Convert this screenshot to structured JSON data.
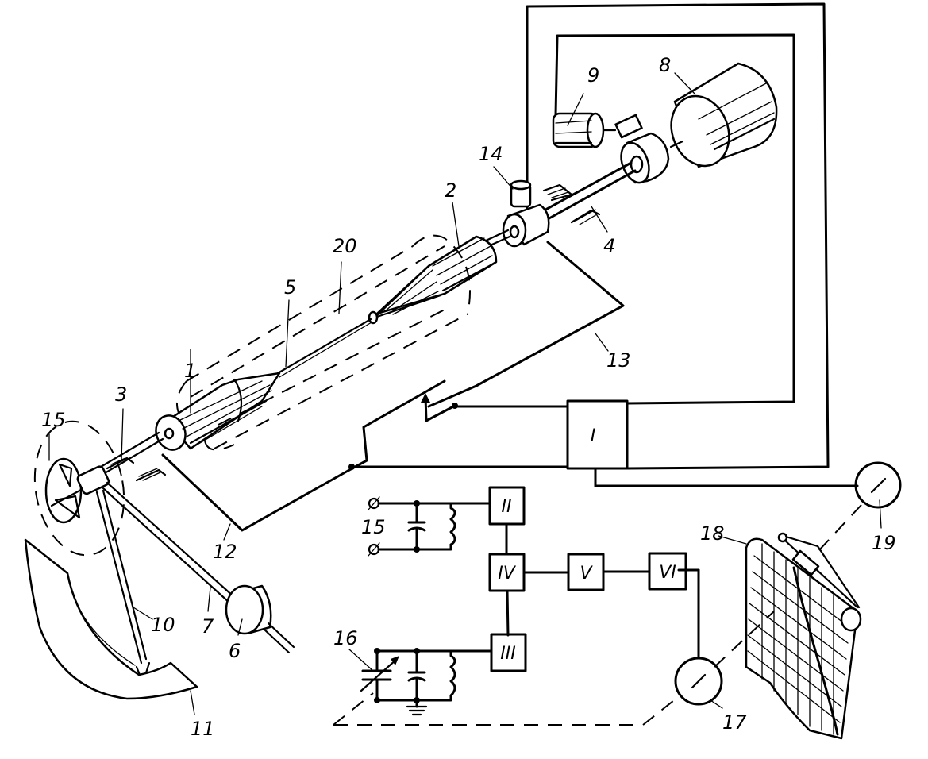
{
  "diagram": {
    "type": "technical schematic",
    "description": "Apparatus with rotating shaft, cone-shaped rollers, motors, block circuit and recorder",
    "mechanical_labels": {
      "roller_1": "1",
      "roller_2": "2",
      "bearing_3": "3",
      "bearing_4": "4",
      "filament_5": "5",
      "weight_6": "6",
      "rod_7": "7",
      "motor_8": "8",
      "motor_9": "9",
      "pointer_10": "10",
      "scale_11": "11",
      "wire_12": "12",
      "wire_13": "13",
      "sensor_14": "14",
      "fan_15": "15",
      "capacitor_16": "16",
      "indicator_17": "17",
      "chart_18": "18",
      "indicator_19": "19",
      "enclosure_20": "20"
    },
    "circuit": {
      "terminal_label": "15",
      "variable_capacitor_label": "16",
      "blocks": {
        "b1": "I",
        "b2": "II",
        "b3": "III",
        "b4": "IV",
        "b5": "V",
        "b6": "VI"
      }
    }
  }
}
